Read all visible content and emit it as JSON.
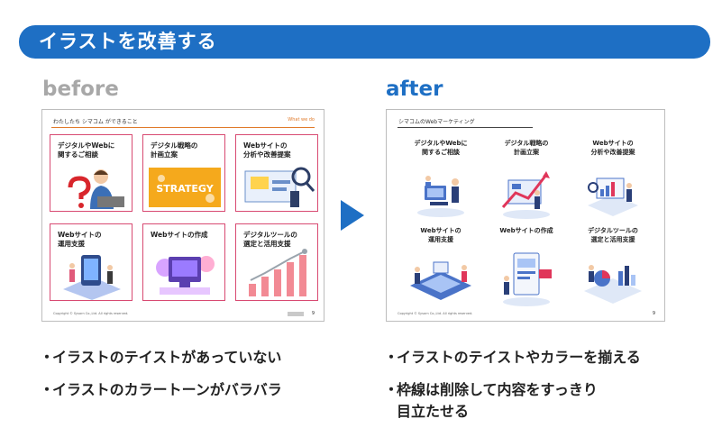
{
  "banner": {
    "title": "イラストを改善する"
  },
  "before": {
    "label": "before",
    "slide": {
      "title": "わたしたち シマコム ができること",
      "subtitle": "What we do",
      "footer": "Copyright © Sysorn Co.,Ltd. All rights reserved.",
      "page": "9",
      "cards": [
        {
          "label": "デジタルやWebに\n関するご相談"
        },
        {
          "label": "デジタル戦略の\n計画立案",
          "art_text": "STRATEGY"
        },
        {
          "label": "Webサイトの\n分析や改善提案"
        },
        {
          "label": "Webサイトの\n運用支援"
        },
        {
          "label": "Webサイトの作成"
        },
        {
          "label": "デジタルツールの\n選定と活用支援"
        }
      ]
    },
    "bullets": [
      "イラストのテイストがあっていない",
      "イラストのカラートーンがバラバラ"
    ]
  },
  "after": {
    "label": "after",
    "slide": {
      "title": "シマコムのWebマーケティング",
      "footer": "Copyright © Sysorn Co.,Ltd. All rights reserved.",
      "page": "9",
      "cells": [
        {
          "label": "デジタルやWebに\n関するご相談"
        },
        {
          "label": "デジタル戦略の\n計画立案"
        },
        {
          "label": "Webサイトの\n分析や改善提案"
        },
        {
          "label": "Webサイトの\n運用支援"
        },
        {
          "label": "Webサイトの作成"
        },
        {
          "label": "デジタルツールの\n選定と活用支援"
        }
      ]
    },
    "bullets": [
      "イラストのテイストやカラーを揃える",
      "枠線は削除して内容をすっきり",
      "目立たせる"
    ]
  },
  "bullet_mark": "・",
  "colors": {
    "brand": "#1e6fc4",
    "before_label": "#a8a8a8",
    "card_border": "#d84a72",
    "accent": "#e07a2a"
  },
  "icons": {
    "transition": "arrow-right-icon"
  }
}
